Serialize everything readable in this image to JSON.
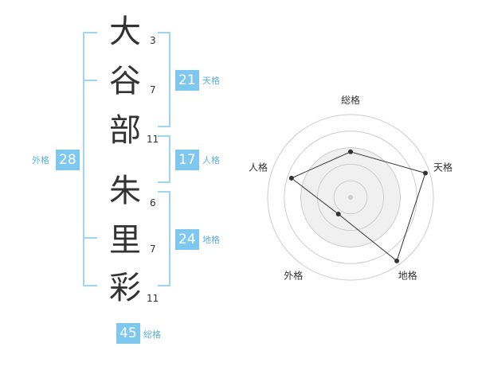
{
  "name": {
    "surname": [
      {
        "char": "大",
        "strokes": "3"
      },
      {
        "char": "谷",
        "strokes": "7"
      },
      {
        "char": "部",
        "strokes": "11"
      }
    ],
    "given": [
      {
        "char": "朱",
        "strokes": "6"
      },
      {
        "char": "里",
        "strokes": "7"
      },
      {
        "char": "彩",
        "strokes": "11"
      }
    ]
  },
  "fortunes": {
    "tenkaku": {
      "value": "21",
      "label": "天格"
    },
    "jinkaku": {
      "value": "17",
      "label": "人格"
    },
    "chikaku": {
      "value": "24",
      "label": "地格"
    },
    "gaikaku": {
      "value": "28",
      "label": "外格"
    },
    "soukaku": {
      "value": "45",
      "label": "総格"
    }
  },
  "chart_data": {
    "type": "radar",
    "axes": [
      "総格",
      "天格",
      "地格",
      "外格",
      "人格"
    ],
    "values": [
      0.55,
      0.95,
      0.95,
      0.25,
      0.75
    ],
    "range": [
      0,
      1
    ],
    "rings": 5,
    "colors": {
      "fill": "#eeeeee",
      "line": "#333333",
      "ring": "#cccccc",
      "point": "#333333"
    }
  }
}
